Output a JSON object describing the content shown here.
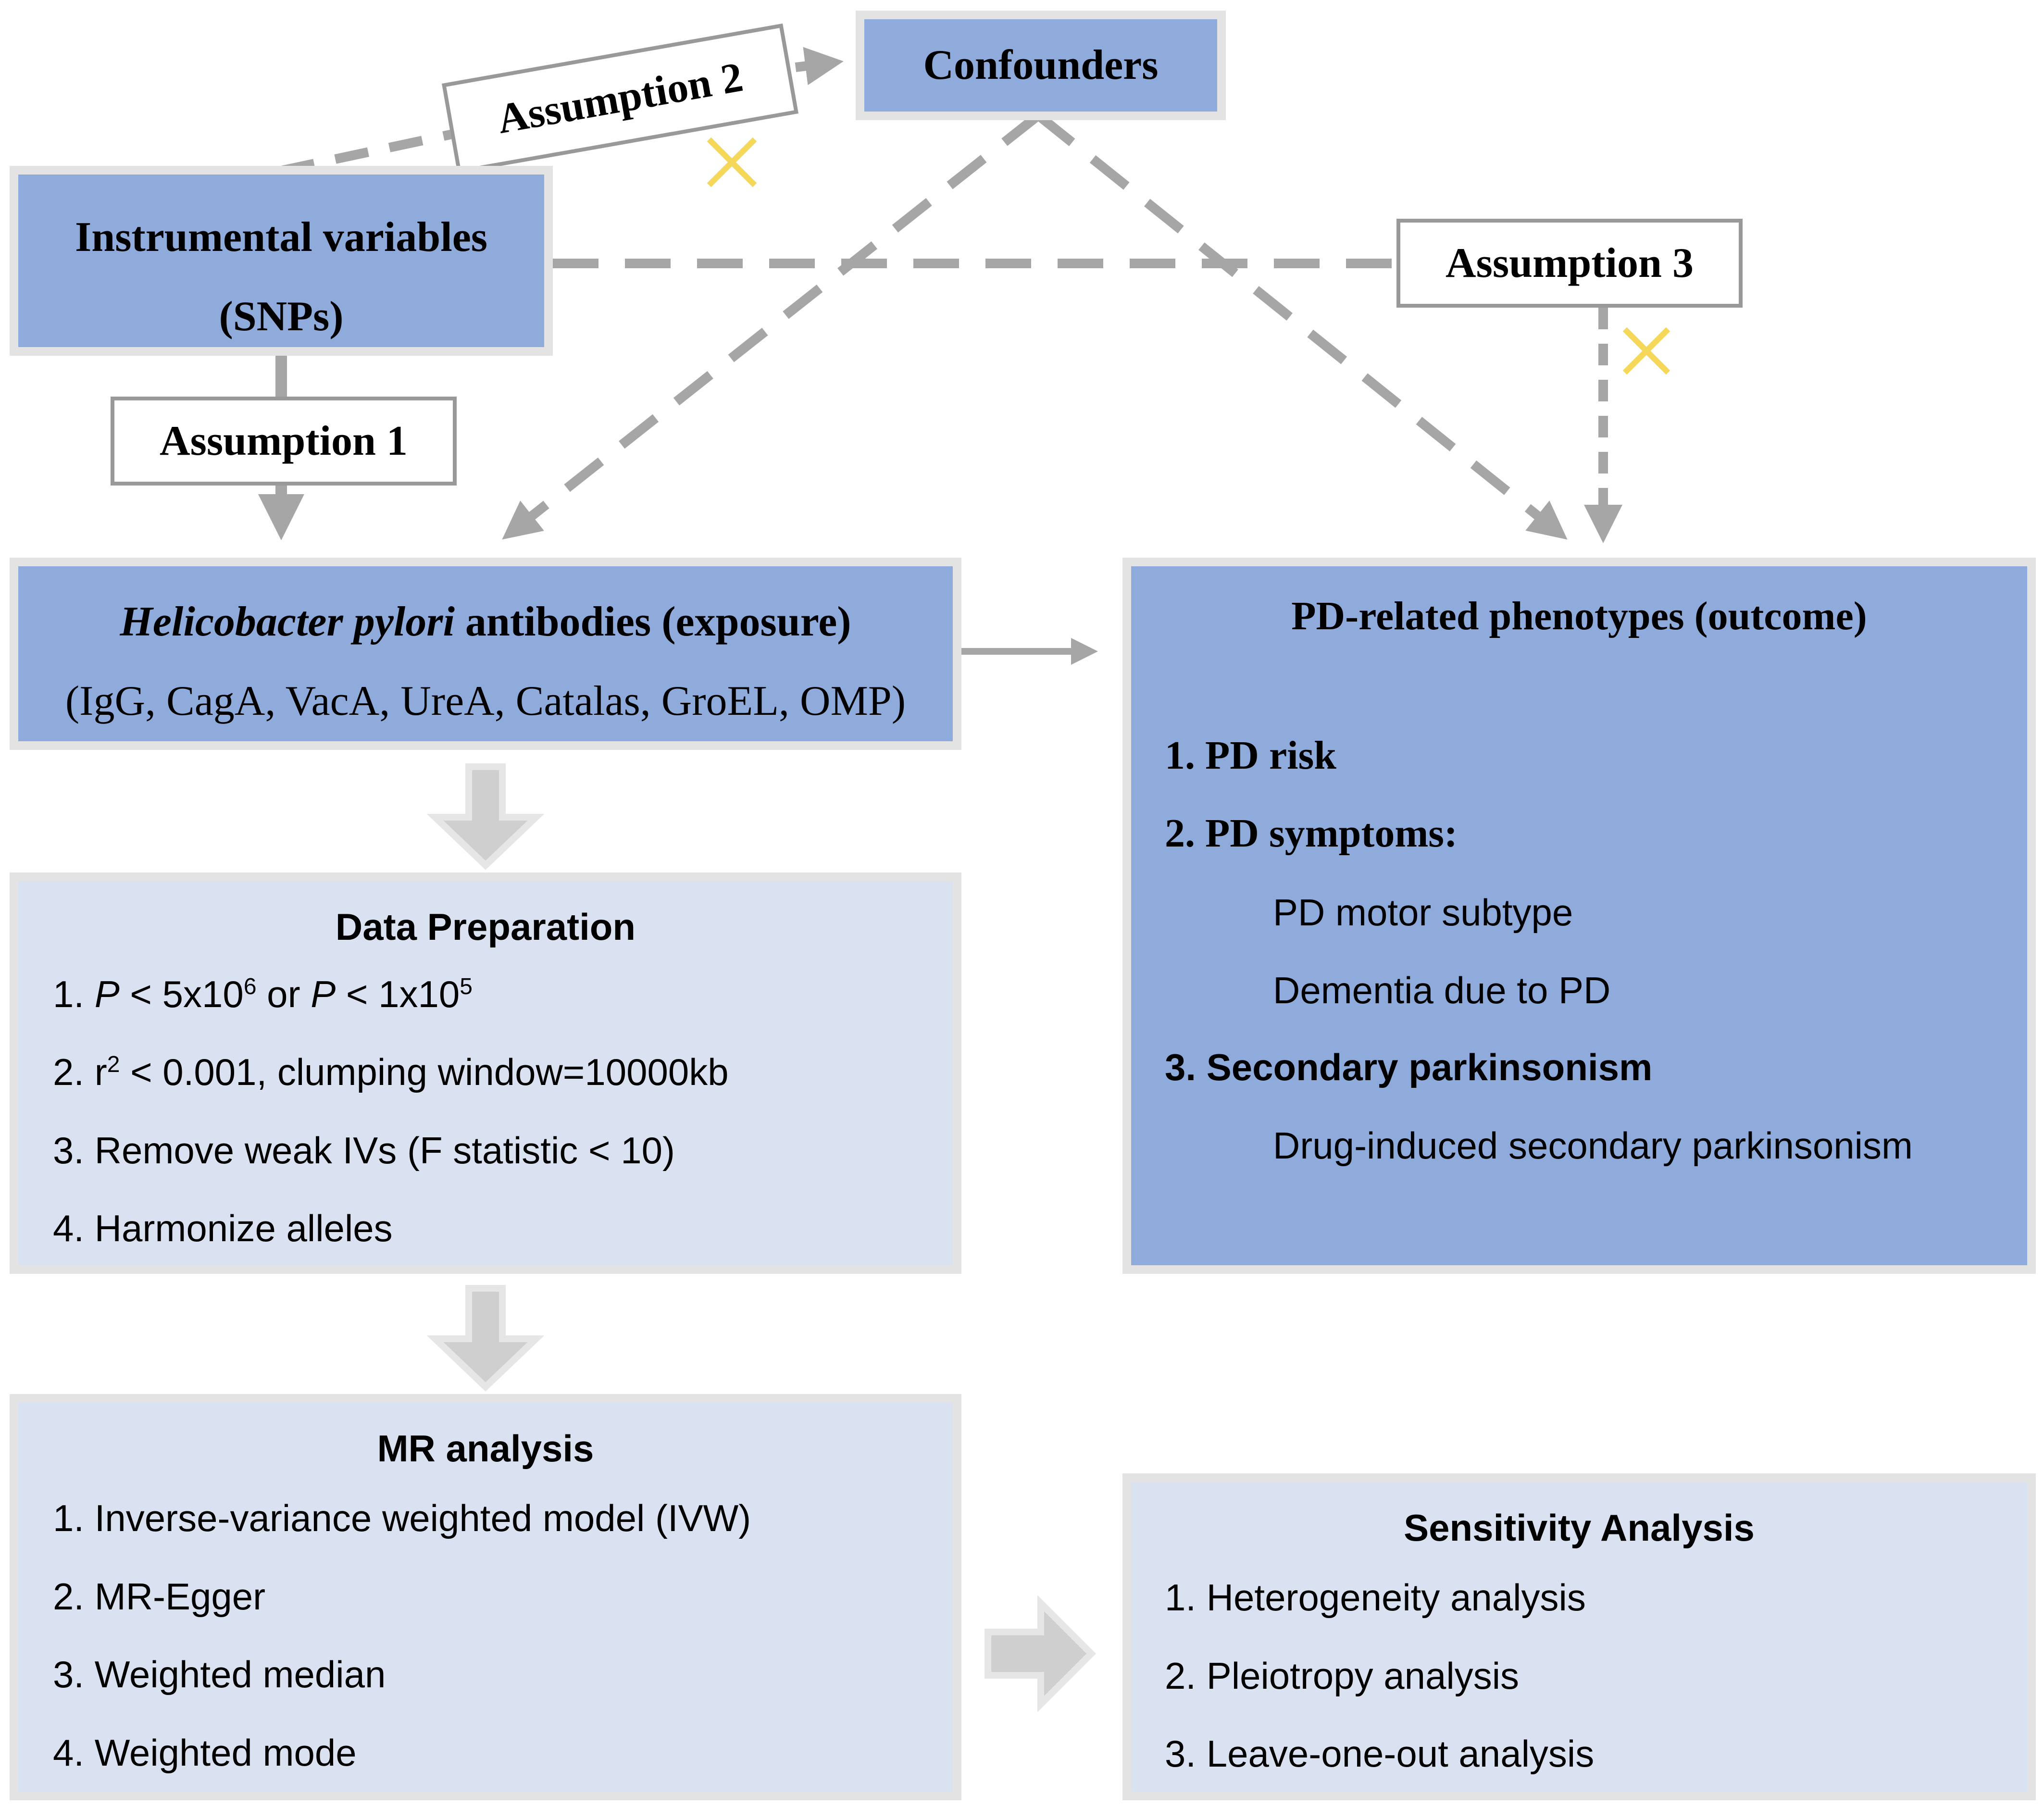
{
  "assumptions": {
    "a1": "Assumption 1",
    "a2": "Assumption 2",
    "a3": "Assumption 3"
  },
  "confounders": {
    "label": "Confounders"
  },
  "instrumental": {
    "line1": "Instrumental variables",
    "line2": "(SNPs)"
  },
  "exposure": {
    "title_italic": "Helicobacter pylori",
    "title_rest": " antibodies (exposure)",
    "subtitle": "(IgG, CagA, VacA, UreA, Catalas, GroEL, OMP)"
  },
  "outcome": {
    "title": "PD-related phenotypes (outcome)",
    "items": [
      {
        "text": "1. PD risk"
      },
      {
        "text": "2. PD symptoms:"
      },
      {
        "text": "PD motor subtype"
      },
      {
        "text": "Dementia due to PD"
      },
      {
        "text": "3. Secondary parkinsonism"
      },
      {
        "text": "Drug-induced secondary parkinsonism"
      }
    ]
  },
  "data_prep": {
    "title": "Data Preparation",
    "item1": {
      "num": "1. ",
      "p1": "P",
      "lt1": " < 5x10",
      "exp1": "6",
      "or": " or ",
      "p2": "P",
      "lt2": " < 1x10",
      "exp2": "5"
    },
    "item2": {
      "a": "2. r",
      "sup": "2",
      "b": " < 0.001, clumping window=10000kb"
    },
    "item3": "3. Remove weak IVs (F statistic < 10)",
    "item4": "4. Harmonize alleles"
  },
  "mr_analysis": {
    "title": "MR analysis",
    "items": [
      "1. Inverse-variance weighted model (IVW)",
      "2. MR-Egger",
      "3. Weighted median",
      "4. Weighted mode"
    ]
  },
  "sensitivity": {
    "title": "Sensitivity Analysis",
    "items": [
      "1. Heterogeneity analysis",
      "2. Pleiotropy analysis",
      "3. Leave-one-out analysis"
    ]
  },
  "colors": {
    "dark_box": "#8eabdc",
    "light_box": "#dae2f2",
    "border": "#e3e3e3",
    "connector": "#a6a6a6",
    "cross": "#f5d75a"
  }
}
